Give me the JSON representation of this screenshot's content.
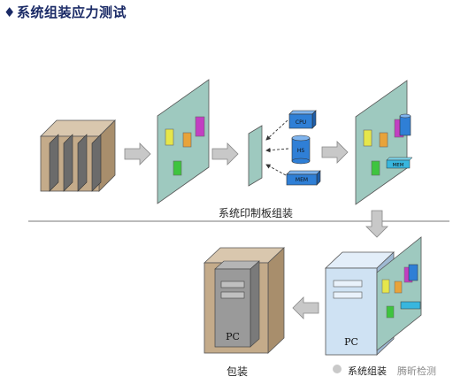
{
  "header": {
    "title": "系统组装应力测试"
  },
  "stage1": {
    "chip_labels": [
      "CPU",
      "HS",
      "MEM"
    ],
    "caption": "系统印制板组装"
  },
  "stage2": {
    "left_caption": "包装",
    "right_caption": "系统组装",
    "pc_label": "PC"
  },
  "watermark": {
    "text": "腾昕检测"
  },
  "colors": {
    "title": "#1a2a66",
    "board": "#9ec9bf",
    "chip_blue": "#2f7fd6",
    "chip_yellow": "#e6e64a",
    "chip_magenta": "#c23fc2",
    "chip_green": "#3ec43e",
    "chip_orange": "#e8a33a",
    "box_brown": "#b9a285",
    "tower_blue": "#cfe2f3",
    "arrow_gray": "#c8c8c8"
  },
  "icons": [
    "diamond-bullet-icon",
    "wechat-icon"
  ]
}
